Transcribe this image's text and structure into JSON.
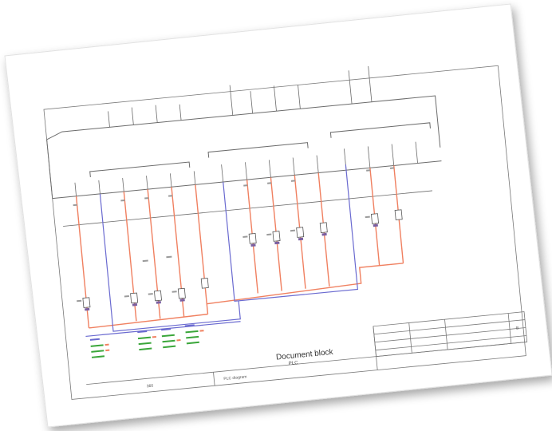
{
  "title_block": {
    "document_title": "Document block",
    "document_subtitle": "PLC",
    "left_cell": "360",
    "mid_cell": "PLC diagram",
    "rev_letter": "B"
  },
  "colors": {
    "paper": "#ffffff",
    "frame": "#555555",
    "black_wire": "#6b6b6b",
    "red_wire": "#f08060",
    "blue_wire": "#6a6ad0",
    "green_text": "#3aa63a"
  }
}
